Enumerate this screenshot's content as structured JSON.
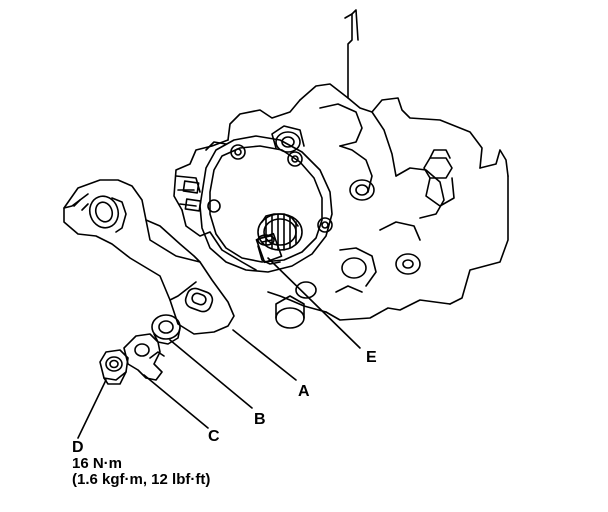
{
  "callouts": {
    "a": "A",
    "b": "B",
    "c": "C",
    "d": "D",
    "e": "E"
  },
  "torque": {
    "metric": "16 N·m",
    "imperial": "(1.6 kgf·m, 12 lbf·ft)"
  }
}
